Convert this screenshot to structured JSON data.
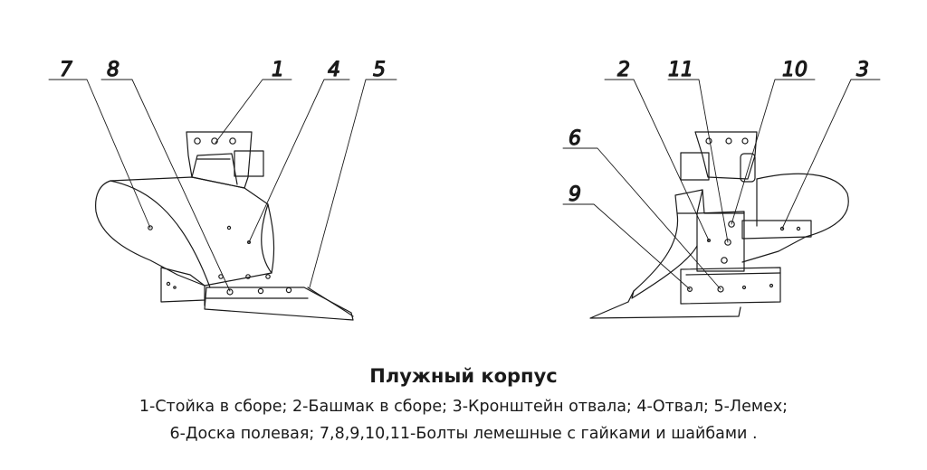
{
  "callouts": {
    "left": {
      "n7": "7",
      "n8": "8",
      "n1": "1",
      "n4": "4",
      "n5": "5"
    },
    "right": {
      "n2": "2",
      "n11": "11",
      "n10": "10",
      "n3": "3",
      "n6": "6",
      "n9": "9"
    }
  },
  "caption": {
    "title": "Плужный корпус",
    "line1": "1-Стойка в сборе; 2-Башмак в сборе; 3-Кронштейн отвала; 4-Отвал; 5-Лемех;",
    "line2": "6-Доска полевая; 7,8,9,10,11-Болты лемешные  с гайками и шайбами ."
  },
  "colors": {
    "line": "#1a1a1a",
    "background": "#ffffff"
  }
}
